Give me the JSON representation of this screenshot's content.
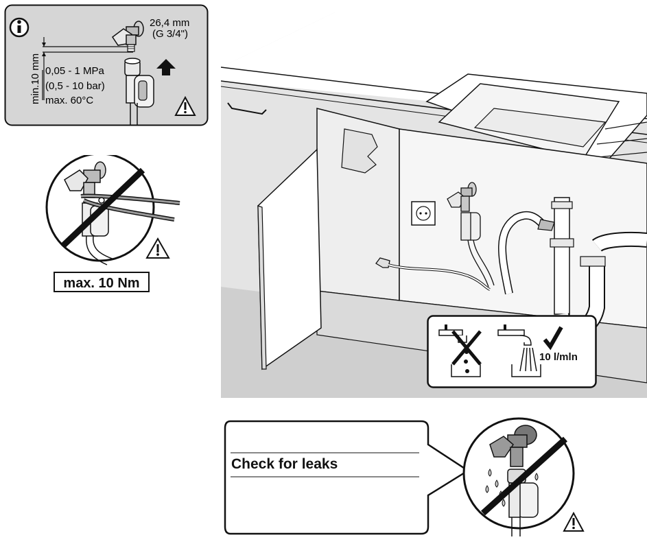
{
  "info_panel": {
    "info_icon": "info-icon",
    "warning_icon": "warning-icon",
    "diameter": "26,4 mm",
    "thread": "(G 3/4\")",
    "min_length": "min.10 mm",
    "pressure_mpa": "0,05 - 1 MPa",
    "pressure_bar": "(0,5 - 10 bar)",
    "max_temp": "max. 60°C"
  },
  "torque": {
    "label": "max. 10 Nm",
    "warning_icon": "warning-icon",
    "prohibited_icon": "prohibited-icon"
  },
  "flow_check": {
    "flow_rate": "10 l/mln",
    "cross_icon": "cross-icon",
    "check_icon": "checkmark-icon"
  },
  "leak_check": {
    "heading": "Check for leaks",
    "warning_icon": "warning-icon"
  },
  "colors": {
    "panel_bg": "#d6d6d6",
    "line": "#111111",
    "floor": "#cfcfcf",
    "wall": "#e4e4e4"
  }
}
